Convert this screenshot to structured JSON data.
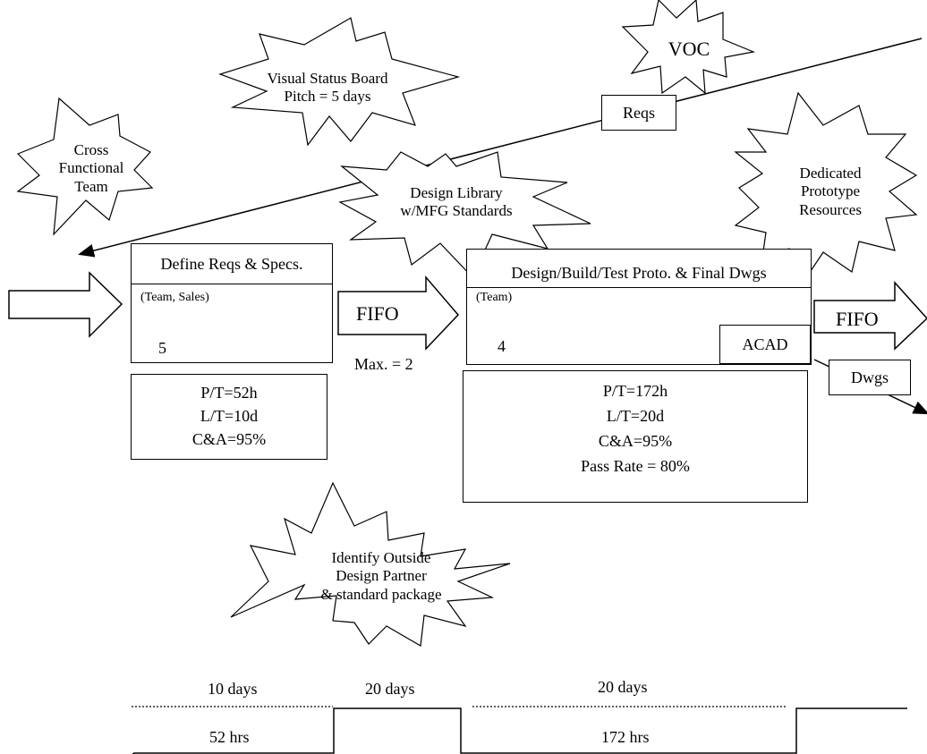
{
  "bursts": {
    "cross_functional": [
      "Cross",
      "Functional",
      "Team"
    ],
    "status_board": [
      "Visual Status Board",
      "Pitch = 5 days"
    ],
    "voc": [
      "VOC"
    ],
    "design_library": [
      "Design Library",
      "w/MFG Standards"
    ],
    "prototype": [
      "Dedicated",
      "Prototype",
      "Resources"
    ],
    "outside_partner": [
      "Identify Outside",
      "Design Partner",
      "& standard package"
    ]
  },
  "flows": {
    "reqs_label": "Reqs",
    "dwgs_label": "Dwgs",
    "fifo1": "FIFO",
    "fifo1_max": "Max. = 2",
    "fifo2": "FIFO"
  },
  "process1": {
    "title": "Define Reqs & Specs.",
    "roles": "(Team, Sales)",
    "operators": "5",
    "pt": "P/T=52h",
    "lt": "L/T=10d",
    "ca": "C&A=95%"
  },
  "process2": {
    "title": "Design/Build/Test Proto. & Final Dwgs",
    "roles": "(Team)",
    "operators": "4",
    "tool": "ACAD",
    "pt": "P/T=172h",
    "lt": "L/T=20d",
    "ca": "C&A=95%",
    "pass": "Pass Rate = 80%"
  },
  "timeline": {
    "top": [
      "10 days",
      "20 days",
      "20 days"
    ],
    "bottom": [
      "52 hrs",
      "172 hrs"
    ]
  }
}
